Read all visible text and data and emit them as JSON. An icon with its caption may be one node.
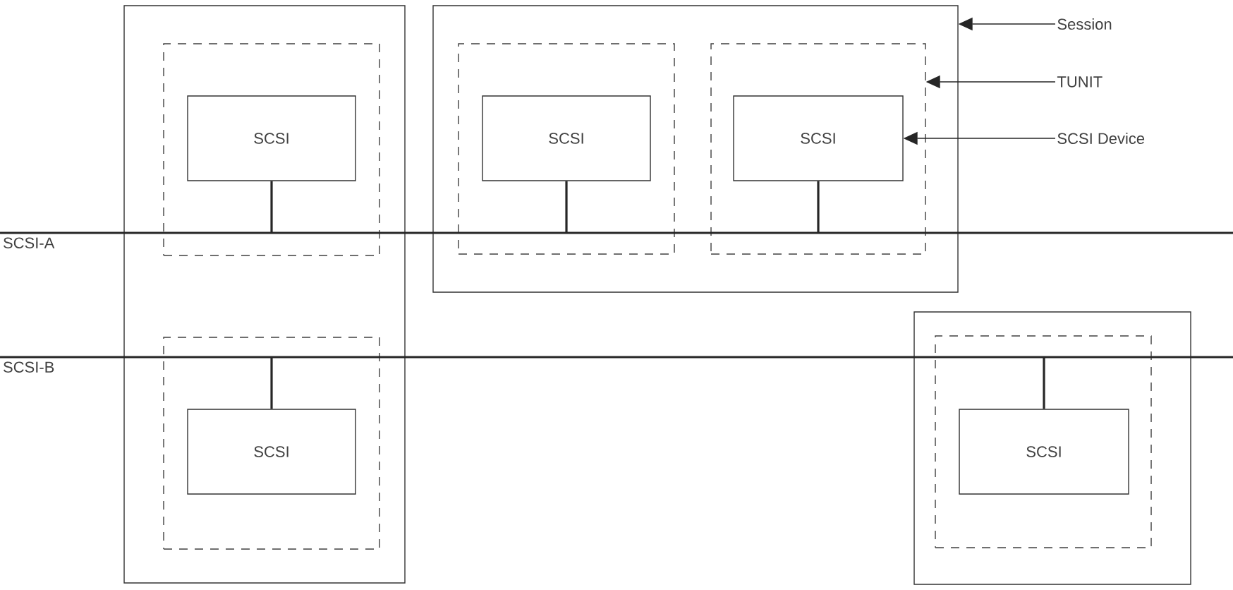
{
  "diagram": {
    "nodes": [
      {
        "text": [],
        "shape": "box"
      },
      {
        "text": [],
        "shape": "box",
        "in": 0
      },
      {
        "text": [
          "SCSI"
        ],
        "in": 1
      },
      {
        "text": [],
        "shape": "box",
        "in": 0
      },
      {
        "text": [
          "SCSI"
        ],
        "in": 3
      },
      {
        "text": [],
        "shape": "box"
      },
      {
        "text": [],
        "shape": "box",
        "in": 5
      },
      {
        "text": [
          "SCSI"
        ],
        "in": 6
      },
      {
        "text": [],
        "shape": "box",
        "in": 5
      },
      {
        "text": [
          "SCSI"
        ],
        "in": 8
      },
      {
        "text": [],
        "shape": "box"
      },
      {
        "text": [],
        "shape": "box",
        "in": 10
      },
      {
        "text": [
          "SCSI"
        ],
        "in": 11
      },
      {
        "text": [
          "SCSI-A"
        ]
      },
      {
        "text": [
          "SCSI-B"
        ]
      },
      {
        "text": [
          "Session"
        ]
      },
      {
        "text": [
          "TUNIT"
        ]
      },
      {
        "text": [
          "SCSI Device"
        ]
      }
    ],
    "edges": [
      {
        "from": 2,
        "to": 13,
        "arrow": "none"
      },
      {
        "from": 7,
        "to": 13,
        "arrow": "none"
      },
      {
        "from": 9,
        "to": 13,
        "arrow": "none"
      },
      {
        "from": 14,
        "to": 4,
        "arrow": "none"
      },
      {
        "from": 14,
        "to": 12,
        "arrow": "none"
      },
      {
        "from": 15,
        "to": 5,
        "arrow": "to"
      },
      {
        "from": 16,
        "to": 8,
        "arrow": "to"
      },
      {
        "from": 17,
        "to": 9,
        "arrow": "to"
      }
    ]
  }
}
